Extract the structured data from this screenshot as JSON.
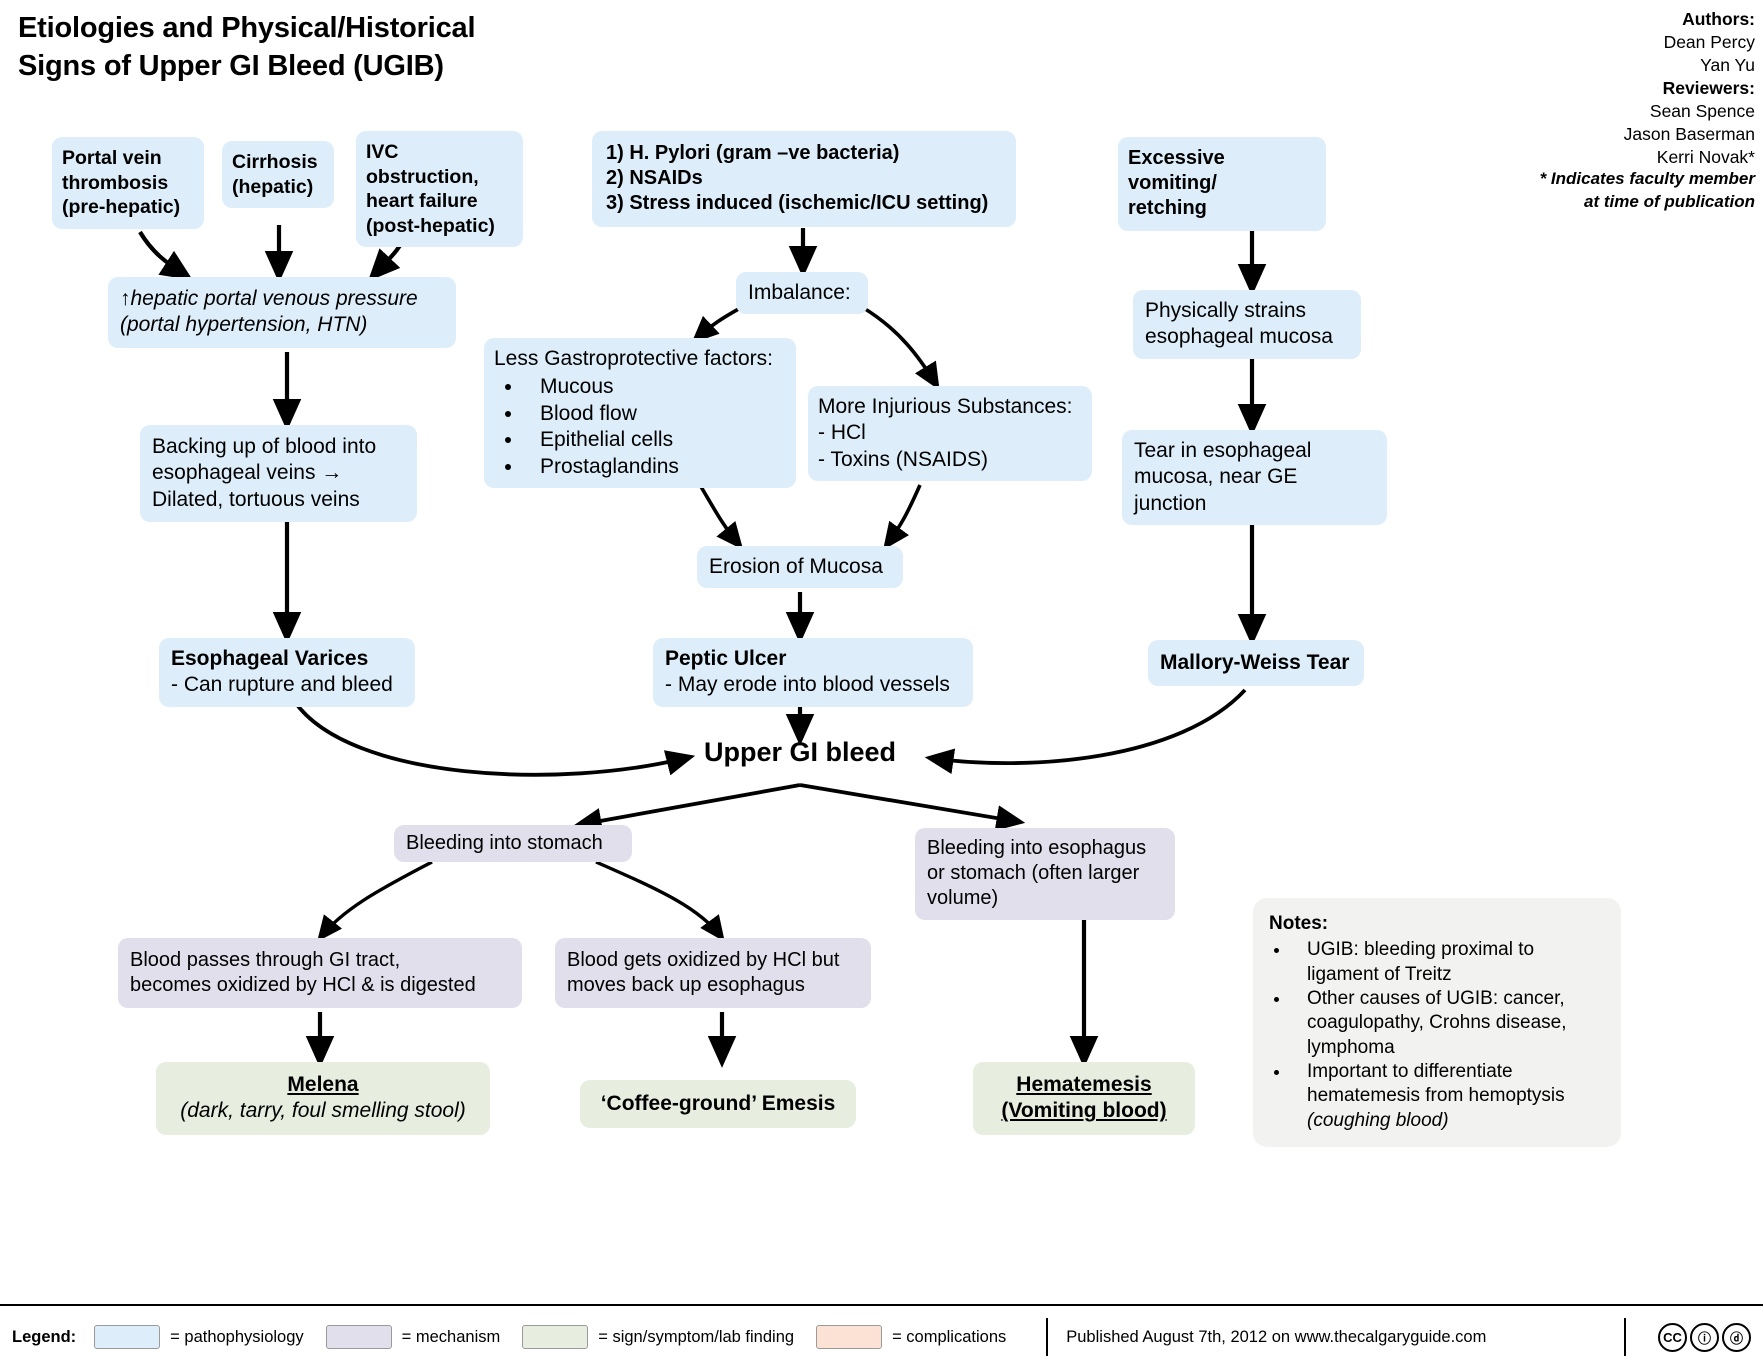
{
  "header": {
    "title_line1": "Etiologies and Physical/Historical",
    "title_line2": "Signs of Upper GI Bleed (UGIB)",
    "authors_label": "Authors:",
    "authors": [
      "Dean Percy",
      "Yan Yu"
    ],
    "reviewers_label": "Reviewers:",
    "reviewers": [
      "Sean Spence",
      "Jason Baserman",
      "Kerri Novak*"
    ],
    "footnote_line1": "* Indicates faculty member",
    "footnote_line2": "at time of publication"
  },
  "nodes": {
    "portal_vein_thrombosis": "Portal vein\nthrombosis\n(pre-hepatic)",
    "cirrhosis": "Cirrhosis\n(hepatic)",
    "ivc_obstruction": "IVC obstruction,\nheart failure\n(post-hepatic)",
    "portal_htn_line1": "↑hepatic portal venous pressure",
    "portal_htn_line2": "(portal hypertension, HTN)",
    "backing_up_blood": "Backing up of blood into\nesophageal veins →\nDilated, tortuous veins",
    "esophageal_varices_title": "Esophageal Varices",
    "esophageal_varices_sub": "- Can rupture and bleed",
    "causes_1": "1) H. Pylori (gram –ve bacteria)",
    "causes_2": "2) NSAIDs",
    "causes_3": "3) Stress induced (ischemic/ICU setting)",
    "imbalance": "Imbalance:",
    "gastroprotective_title": "Less Gastroprotective factors:",
    "gastroprotective_items": [
      "Mucous",
      " Blood flow",
      "Epithelial cells",
      "Prostaglandins"
    ],
    "injurious_title": "More Injurious Substances:",
    "injurious_items": [
      "- HCl",
      "- Toxins (NSAIDS)"
    ],
    "erosion_of_mucosa": "Erosion of Mucosa",
    "peptic_ulcer_title": "Peptic Ulcer",
    "peptic_ulcer_sub": "- May erode into blood vessels",
    "excessive_vomiting": "Excessive vomiting/\nretching",
    "physically_strains": "Physically strains\nesophageal  mucosa",
    "tear_in_esophageal": "Tear in esophageal\nmucosa, near GE junction",
    "mallory_weiss": "Mallory-Weiss Tear",
    "upper_gi_bleed": "Upper GI bleed",
    "bleeding_into_stomach": "Bleeding into stomach",
    "bleeding_into_esophagus": "Bleeding into esophagus\nor stomach (often larger\nvolume)",
    "blood_passes": "Blood passes through GI tract,\nbecomes oxidized by HCl & is digested",
    "blood_oxidized": "Blood gets oxidized by HCl but\nmoves back up esophagus",
    "melena_title": "Melena",
    "melena_sub": "(dark, tarry, foul smelling stool)",
    "coffee_ground": "‘Coffee-ground’ Emesis",
    "hematemesis_line1": "Hematemesis",
    "hematemesis_line2": "(Vomiting blood)"
  },
  "notes": {
    "title": "Notes:",
    "items": [
      "UGIB: bleeding proximal to ligament of Treitz",
      "Other causes of UGIB: cancer, coagulopathy, Crohns disease, lymphoma",
      "Important to differentiate hematemesis from hemoptysis (coughing blood)"
    ],
    "item3_plain": "Important to differentiate hematemesis from hemoptysis ",
    "item3_italic": "(coughing blood)"
  },
  "legend": {
    "label": "Legend:",
    "entries": [
      {
        "key": "pathophysiology",
        "text": "= pathophysiology",
        "color": "#ddeefa"
      },
      {
        "key": "mechanism",
        "text": "= mechanism",
        "color": "#e0dfeb"
      },
      {
        "key": "sign-symptom-lab-finding",
        "text": "= sign/symptom/lab finding",
        "color": "#e7eee0"
      },
      {
        "key": "complications",
        "text": "= complications",
        "color": "#fbe2d5"
      }
    ],
    "published": "Published August 7th, 2012 on www.thecalgaryguide.com",
    "cc_marks": [
      "CC",
      "ⓘ",
      "ⓓ"
    ]
  },
  "colors": {
    "pathophysiology": "#ddeefa",
    "mechanism": "#e0dfeb",
    "sign": "#e7eee0",
    "complication": "#fbe2d5",
    "notes_bg": "#f2f2f1"
  }
}
